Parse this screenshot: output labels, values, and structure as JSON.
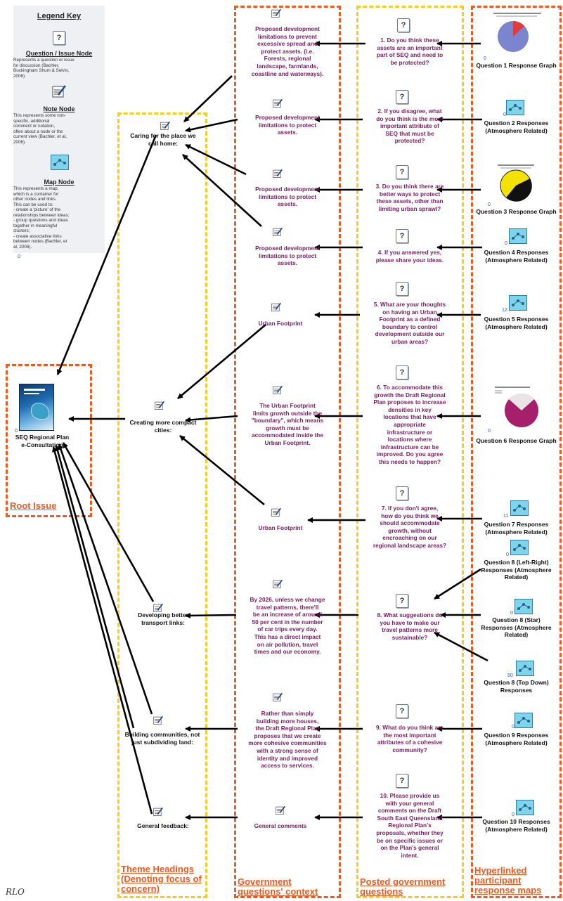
{
  "legend": {
    "title": "Legend Key",
    "question": {
      "title": "Question / Issue Node",
      "line1": "Represents a question or issue",
      "line2": "for discussion (Bachler,",
      "line3": "Buckingham Shum & Selvin,",
      "line4": "2006)."
    },
    "note": {
      "title": "Note Node",
      "line1": "This represents some non-",
      "line2": "specific, additional",
      "line3": "comment or notation,",
      "line4": "often about a node or the",
      "line5": "current view (Bachler, et al,",
      "line6": "2006)."
    },
    "map": {
      "title": "Map Node",
      "line1": "This represents a map,",
      "line2": "which is a container for",
      "line3": "other nodes and links.",
      "line4": "This can be used to:",
      "line5": "- create a 'picture' of the",
      "line6": "relationships between ideas;",
      "line7": "- group questions and ideas",
      "line8": "together in meaningful",
      "line9": "clusters;",
      "line10": "- create associative links",
      "line11": "between nodes (Bachler, et",
      "line12": "al, 2006)."
    }
  },
  "zero": "0",
  "root": {
    "line1": "SEQ Regional Plan",
    "line2": "e-Consultation",
    "label": "Root Issue"
  },
  "themes": {
    "t1": {
      "line1": "Caring for the place we",
      "line2": "call home:"
    },
    "t2": {
      "line1": "Creating more compact",
      "line2": "cities:"
    },
    "t3": {
      "line1": "Developing better",
      "line2": "transport links:"
    },
    "t4": {
      "line1": "Building communities, not",
      "line2": "just subdividing land:"
    },
    "t5": {
      "line1": "General feedback:"
    }
  },
  "context": {
    "c1": [
      "Proposed development",
      "limitations to prevent",
      "excessive spread and",
      "protect assets. (i.e.",
      "Forests, regional",
      "landscape,  farmlands,",
      "coastline and waterways)."
    ],
    "c2": [
      "Proposed development",
      "limitations to protect",
      "assets."
    ],
    "c3": [
      "Proposed development",
      "limitations to protect",
      "assets."
    ],
    "c4": [
      "Proposed development",
      "limitations to protect",
      "assets."
    ],
    "c5": [
      "Urban Footprint"
    ],
    "c6": [
      "The Urban Footprint",
      "limits growth outside the",
      "\"boundary\", which means",
      "growth must be",
      "accommodated inside the",
      "Urban Footprint."
    ],
    "c7": [
      "Urban Footprint"
    ],
    "c8": [
      "By 2026, unless we change",
      "travel patterns, there'll",
      "be an increase of around",
      "50 per cent in the number",
      "of car trips every day.",
      "This has a direct impact",
      "on air pollution, travel",
      "times and our economy."
    ],
    "c9": [
      "Rather than simply",
      "building more  houses,",
      "the Draft Regional Plan",
      "proposes that we create",
      "more cohesive communities",
      "with a strong sense of",
      "identity and improved",
      "access to services."
    ],
    "c10": [
      "General comments"
    ]
  },
  "questions": {
    "q1": [
      "1. Do you think these",
      "assets are an important",
      "part of SEQ and need to",
      "be protected?"
    ],
    "q2": [
      "2. If you disagree, what",
      "do you think is the most",
      "important attribute of",
      "SEQ that must be",
      "protected?"
    ],
    "q3": [
      "3. Do you think there are",
      "better ways to protect",
      "these assets, other than",
      "limiting urban sprawl?"
    ],
    "q4": [
      "4. If you answered yes,",
      "please share your ideas."
    ],
    "q5": [
      "5. What are your thoughts",
      "on having an Urban",
      "Footprint as a defined",
      "boundary to control",
      "development outside our",
      "urban areas?"
    ],
    "q6": [
      "6. To accommodate this",
      "growth the Draft Regional",
      "Plan proposes to increase",
      "densities in key",
      "locations that have",
      "appropriate",
      "infrastructure or",
      "locations where",
      "infrastructure can be",
      "improved. Do you agree",
      "this needs to happen?"
    ],
    "q7": [
      "7. If you don't agree,",
      "how do you think we",
      "should accommodate",
      "growth, without",
      "encroaching on our",
      "regional landscape areas?"
    ],
    "q8": [
      "8. What suggestions do",
      "you have to make our",
      "travel patterns more",
      "sustainable?"
    ],
    "q9": [
      "9. What do you think are",
      "the most important",
      "attributes of a cohesive",
      "community?"
    ],
    "q10": [
      "10. Please provide us",
      "with your general",
      "comments on the Draft",
      "South East Queensland",
      "Regional Plan's",
      "proposals, whether they",
      "be on specific issues or",
      "on the Plan's general",
      "intent."
    ]
  },
  "responses": {
    "r1": [
      "Question 1 Response Graph"
    ],
    "r2": [
      "Question 2 Responses",
      "(Atmosphere Related)"
    ],
    "r3": [
      "Question 3 Response Graph"
    ],
    "r4": [
      "Question 4 Responses",
      "(Atmosphere Related)"
    ],
    "r5": [
      "Question 5 Responses",
      "(Atmosphere Related)"
    ],
    "r5n": "12",
    "r6": [
      "Question 6 Response Graph"
    ],
    "r7": [
      "Question 7 Responses",
      "(Atmosphere Related)"
    ],
    "r7n": "11",
    "r8a": [
      "Question 8 (Left-Right)",
      "Responses (Atmosphere",
      "Related)"
    ],
    "r8b": [
      "Question 8 (Star)",
      "Responses (Atmosphere",
      "Related)"
    ],
    "r8c": [
      "Question 8 (Top Down)",
      "Responses"
    ],
    "r8cn": "50",
    "r9": [
      "Question 9 Responses",
      "(Atmosphere Related)"
    ],
    "r10": [
      "Question 10 Responses",
      "(Atmosphere Related)"
    ]
  },
  "column_labels": {
    "theme": [
      "Theme Headings",
      "(Denoting focus of",
      "concern)"
    ],
    "context": [
      "Government",
      "questions' context"
    ],
    "posted": [
      "Posted government",
      "questions"
    ],
    "hyper": [
      "Hyperlinked",
      "participant",
      "response maps"
    ]
  },
  "signature": "RLO",
  "colors": {
    "orange": "#f05a22",
    "yellow": "#f7cf1b",
    "purple_text": "#7b1b62",
    "map_fill": "#7ed4ec",
    "pie_blue": "#7a84cf",
    "pie_red": "#e23b3b",
    "pie_yellow": "#f3e300",
    "pie_magenta": "#a51f6a"
  }
}
